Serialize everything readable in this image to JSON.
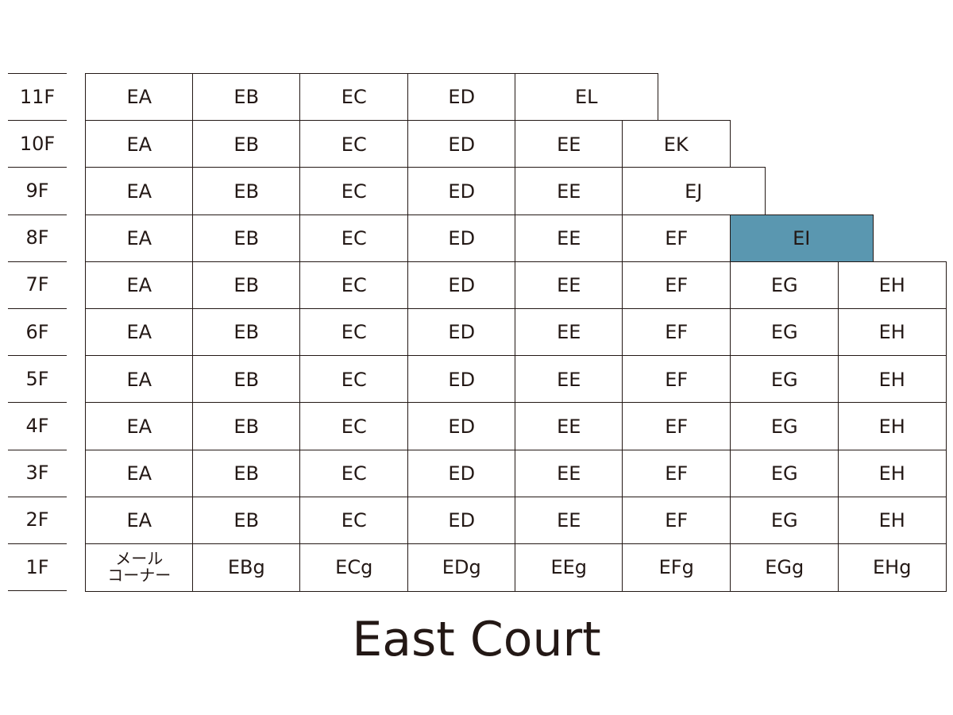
{
  "title": "East Court",
  "highlight_color": "#5a97b0",
  "floors": [
    {
      "label": "11F",
      "rooms": [
        {
          "label": "EA"
        },
        {
          "label": "EB"
        },
        {
          "label": "EC"
        },
        {
          "label": "ED"
        },
        {
          "label": "EL"
        }
      ]
    },
    {
      "label": "10F",
      "rooms": [
        {
          "label": "EA"
        },
        {
          "label": "EB"
        },
        {
          "label": "EC"
        },
        {
          "label": "ED"
        },
        {
          "label": "EE"
        },
        {
          "label": "EK"
        }
      ]
    },
    {
      "label": "9F",
      "rooms": [
        {
          "label": "EA"
        },
        {
          "label": "EB"
        },
        {
          "label": "EC"
        },
        {
          "label": "ED"
        },
        {
          "label": "EE"
        },
        {
          "label": "EJ"
        }
      ]
    },
    {
      "label": "8F",
      "rooms": [
        {
          "label": "EA"
        },
        {
          "label": "EB"
        },
        {
          "label": "EC"
        },
        {
          "label": "ED"
        },
        {
          "label": "EE"
        },
        {
          "label": "EF"
        },
        {
          "label": "EI",
          "highlighted": true
        }
      ]
    },
    {
      "label": "7F",
      "rooms": [
        {
          "label": "EA"
        },
        {
          "label": "EB"
        },
        {
          "label": "EC"
        },
        {
          "label": "ED"
        },
        {
          "label": "EE"
        },
        {
          "label": "EF"
        },
        {
          "label": "EG"
        },
        {
          "label": "EH"
        }
      ]
    },
    {
      "label": "6F",
      "rooms": [
        {
          "label": "EA"
        },
        {
          "label": "EB"
        },
        {
          "label": "EC"
        },
        {
          "label": "ED"
        },
        {
          "label": "EE"
        },
        {
          "label": "EF"
        },
        {
          "label": "EG"
        },
        {
          "label": "EH"
        }
      ]
    },
    {
      "label": "5F",
      "rooms": [
        {
          "label": "EA"
        },
        {
          "label": "EB"
        },
        {
          "label": "EC"
        },
        {
          "label": "ED"
        },
        {
          "label": "EE"
        },
        {
          "label": "EF"
        },
        {
          "label": "EG"
        },
        {
          "label": "EH"
        }
      ]
    },
    {
      "label": "4F",
      "rooms": [
        {
          "label": "EA"
        },
        {
          "label": "EB"
        },
        {
          "label": "EC"
        },
        {
          "label": "ED"
        },
        {
          "label": "EE"
        },
        {
          "label": "EF"
        },
        {
          "label": "EG"
        },
        {
          "label": "EH"
        }
      ]
    },
    {
      "label": "3F",
      "rooms": [
        {
          "label": "EA"
        },
        {
          "label": "EB"
        },
        {
          "label": "EC"
        },
        {
          "label": "ED"
        },
        {
          "label": "EE"
        },
        {
          "label": "EF"
        },
        {
          "label": "EG"
        },
        {
          "label": "EH"
        }
      ]
    },
    {
      "label": "2F",
      "rooms": [
        {
          "label": "EA"
        },
        {
          "label": "EB"
        },
        {
          "label": "EC"
        },
        {
          "label": "ED"
        },
        {
          "label": "EE"
        },
        {
          "label": "EF"
        },
        {
          "label": "EG"
        },
        {
          "label": "EH"
        }
      ]
    },
    {
      "label": "1F",
      "rooms": [
        {
          "label": "メール\nコーナー"
        },
        {
          "label": "EBg"
        },
        {
          "label": "ECg"
        },
        {
          "label": "EDg"
        },
        {
          "label": "EEg"
        },
        {
          "label": "EFg"
        },
        {
          "label": "EGg"
        },
        {
          "label": "EHg"
        }
      ]
    }
  ]
}
